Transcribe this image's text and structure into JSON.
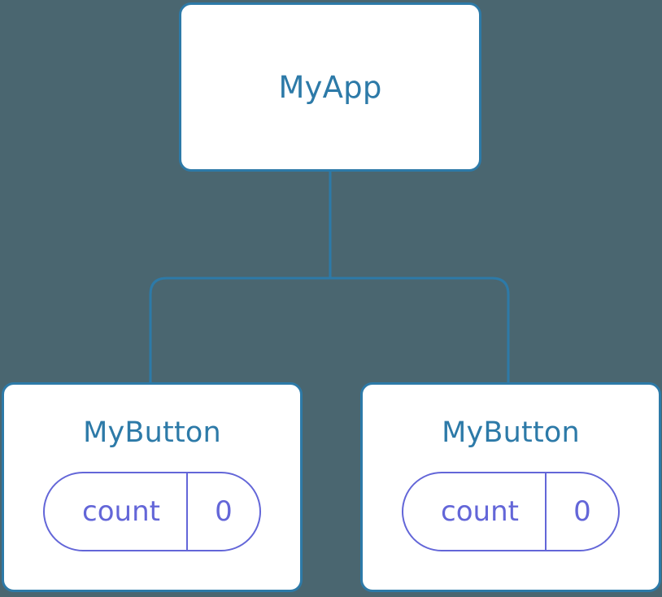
{
  "diagram": {
    "type": "component-tree",
    "background_color": "#4a6670",
    "node_border_color": "#2d7aa8",
    "node_text_color": "#2d7aa8",
    "state_pill_color": "#6366d8",
    "connector_color": "#2d7aa8"
  },
  "root": {
    "label": "MyApp"
  },
  "children": [
    {
      "label": "MyButton",
      "state": {
        "key": "count",
        "value": "0"
      }
    },
    {
      "label": "MyButton",
      "state": {
        "key": "count",
        "value": "0"
      }
    }
  ]
}
